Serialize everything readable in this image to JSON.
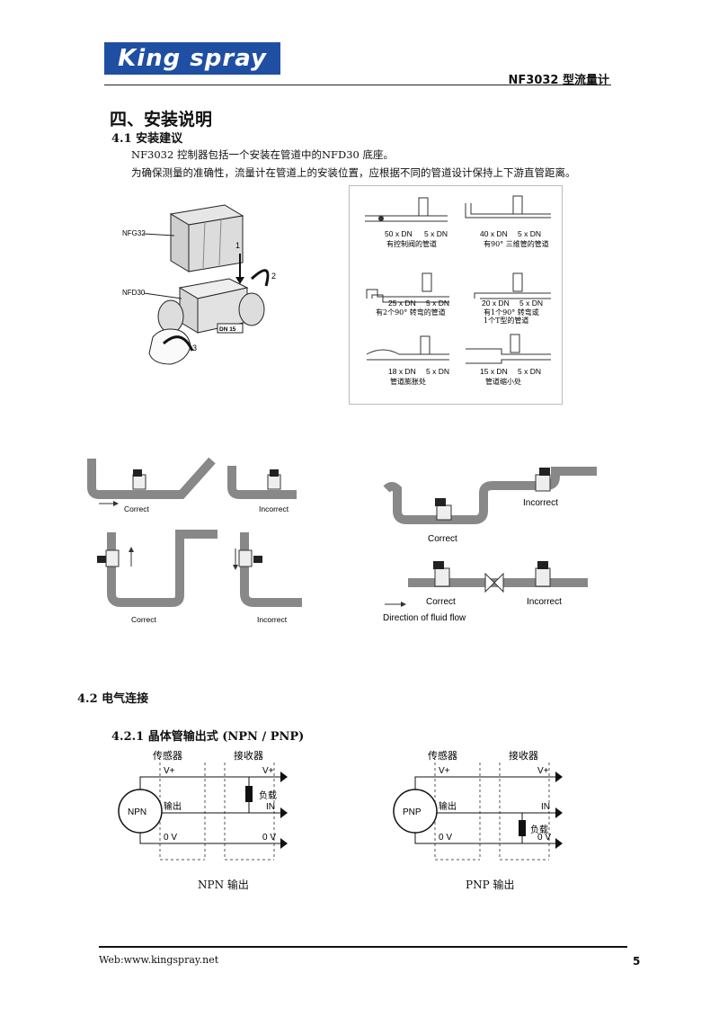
{
  "header": {
    "logo_text": "King spray",
    "doc_title": "NF3032 型流量计"
  },
  "section": {
    "title": "四、安装说明",
    "sub1": "4.1 安装建议",
    "para1": "NF3032 控制器包括一个安装在管道中的NFD30 底座。",
    "para2": "为确保测量的准确性，流量计在管道上的安装位置，应根据不同的管道设计保持上下游直管距离。"
  },
  "install_fig": {
    "label_top": "NFG32",
    "label_base": "NFD30",
    "base_mark": "DN 15",
    "step1": "1",
    "step2": "2",
    "step3": "3"
  },
  "pipe_cases": [
    {
      "up": "50 x DN",
      "down": "5 x DN",
      "desc": "有控制阀的管道"
    },
    {
      "up": "40 x DN",
      "down": "5 x DN",
      "desc": "有90° 三维管的管道"
    },
    {
      "up": "25 x DN",
      "down": "5 x DN",
      "desc": "有2个90° 转弯的管道"
    },
    {
      "up": "20 x DN",
      "down": "5 x DN",
      "desc": "有1个90° 转弯或",
      "desc2": "1个T型的管道"
    },
    {
      "up": "18 x DN",
      "down": "5 x DN",
      "desc": "管道膨胀处"
    },
    {
      "up": "15 x DN",
      "down": "5 x DN",
      "desc": "管道缩小处"
    }
  ],
  "orientation": {
    "correct": "Correct",
    "incorrect": "Incorrect",
    "flow_direction": "Direction of fluid flow"
  },
  "electrical": {
    "title": "4.2 电气连接",
    "subtitle": "4.2.1 晶体管输出式 (NPN / PNP)",
    "sensor": "传感器",
    "receiver": "接收器",
    "vplus": "V+",
    "output": "输出",
    "in": "IN",
    "zero": "0 V",
    "load": "负载",
    "npn": "NPN",
    "pnp": "PNP",
    "npn_caption": "NPN 输出",
    "pnp_caption": "PNP 输出"
  },
  "footer": {
    "web": "Web:www.kingspray.net",
    "page": "5"
  }
}
